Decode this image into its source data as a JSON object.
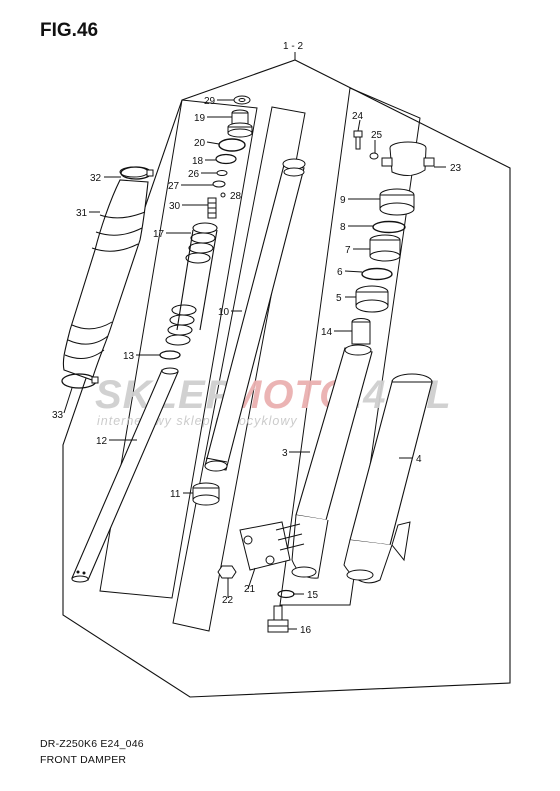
{
  "figure": {
    "title": "FIG.46",
    "model_code": "DR-Z250K6 E24_046",
    "caption": "FRONT DAMPER"
  },
  "assembly_label": "1 - 2",
  "watermark": {
    "brand_part1": "SKLEP",
    "brand_part2": "MOTO",
    "brand_part3": "24.PL",
    "tagline": "internetowy sklep motocyklowy",
    "color_grey": "#c8c8c8",
    "color_red": "#e8a0a0"
  },
  "callouts": [
    "29",
    "19",
    "20",
    "18",
    "26",
    "27",
    "28",
    "30",
    "17",
    "10",
    "13",
    "12",
    "11",
    "32",
    "31",
    "33",
    "24",
    "25",
    "23",
    "9",
    "8",
    "7",
    "6",
    "5",
    "14",
    "3",
    "4",
    "21",
    "22",
    "15",
    "16"
  ],
  "icons": [
    "spring-icon",
    "fork-tube-icon",
    "boot-icon",
    "bolt-icon",
    "clamp-icon",
    "oil-seal-icon",
    "bushing-icon",
    "axle-holder-icon"
  ]
}
